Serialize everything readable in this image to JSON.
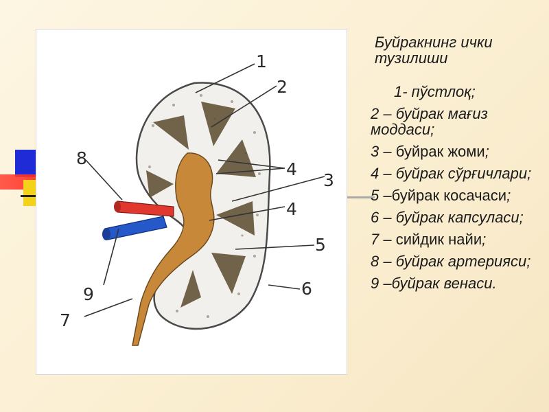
{
  "title": "Буйракнинг ички тузилиши",
  "callouts": [
    "1",
    "2",
    "3",
    "4",
    "4",
    "5",
    "6",
    "7",
    "8",
    "9"
  ],
  "legend": [
    {
      "text": "1-  пўстлоқ;"
    },
    {
      "text": "2 – буйрак мағиз моддаси;"
    },
    {
      "num": "3",
      "dash": " – ",
      "term": "буйрак жоми",
      "end": ";"
    },
    {
      "text": "4 – буйрак сўрғичлари;"
    },
    {
      "num": "5",
      "dash": " –",
      "term": "буйрак косачаси",
      "end": ";"
    },
    {
      "text": "6 – буйрак капсуласи;"
    },
    {
      "num": "7",
      "dash": " – ",
      "term": "сийдик найи",
      "end": ";"
    },
    {
      "text": "8 – буйрак артерияси;"
    },
    {
      "text": "9 –буйрак венаси."
    }
  ],
  "colors": {
    "artery": "#e0372e",
    "vein": "#2558c9",
    "pelvis": "#c8883a",
    "medulla": "#5b4a2e"
  }
}
